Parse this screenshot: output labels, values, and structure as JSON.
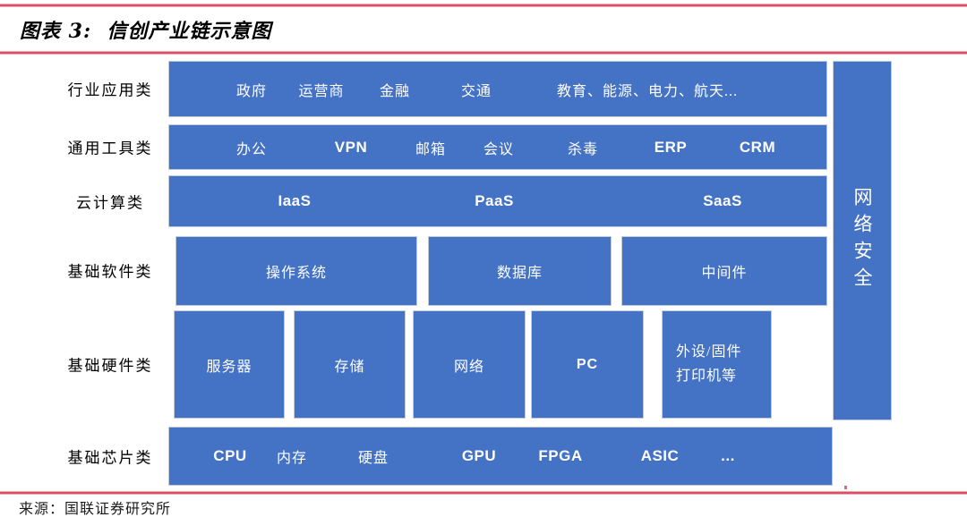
{
  "title": "图表 3:  信创产业链示意图",
  "source": "来源：国联证券研究所",
  "colors": {
    "bar-blue": "#4472C4",
    "bar-border": "#c3cbd8",
    "rule-core": "#d94f63",
    "rule-soft": "#f0a9b4",
    "text-white": "#ffffff"
  },
  "security_bar": {
    "label": "网络安全"
  },
  "rows": [
    {
      "label": "行业应用类",
      "items": [
        "政府",
        "运营商",
        "金融",
        "交通",
        "教育、能源、电力、航天..."
      ]
    },
    {
      "label": "通用工具类",
      "items": [
        "办公",
        "VPN",
        "邮箱",
        "会议",
        "杀毒",
        "ERP",
        "CRM"
      ]
    },
    {
      "label": "云计算类",
      "items": [
        "IaaS",
        "PaaS",
        "SaaS"
      ]
    },
    {
      "label": "基础软件类",
      "boxes": [
        {
          "label": "操作系统"
        },
        {
          "label": "数据库"
        },
        {
          "label": "中间件"
        }
      ]
    },
    {
      "label": "基础硬件类",
      "boxes": [
        {
          "label": "服务器"
        },
        {
          "label": "存储"
        },
        {
          "label": "网络"
        },
        {
          "label": "PC"
        },
        {
          "label": "外设/固件",
          "label2": "打印机等"
        }
      ]
    },
    {
      "label": "基础芯片类",
      "items": [
        "CPU",
        "内存",
        "硬盘",
        "GPU",
        "FPGA",
        "ASIC",
        "..."
      ]
    }
  ]
}
